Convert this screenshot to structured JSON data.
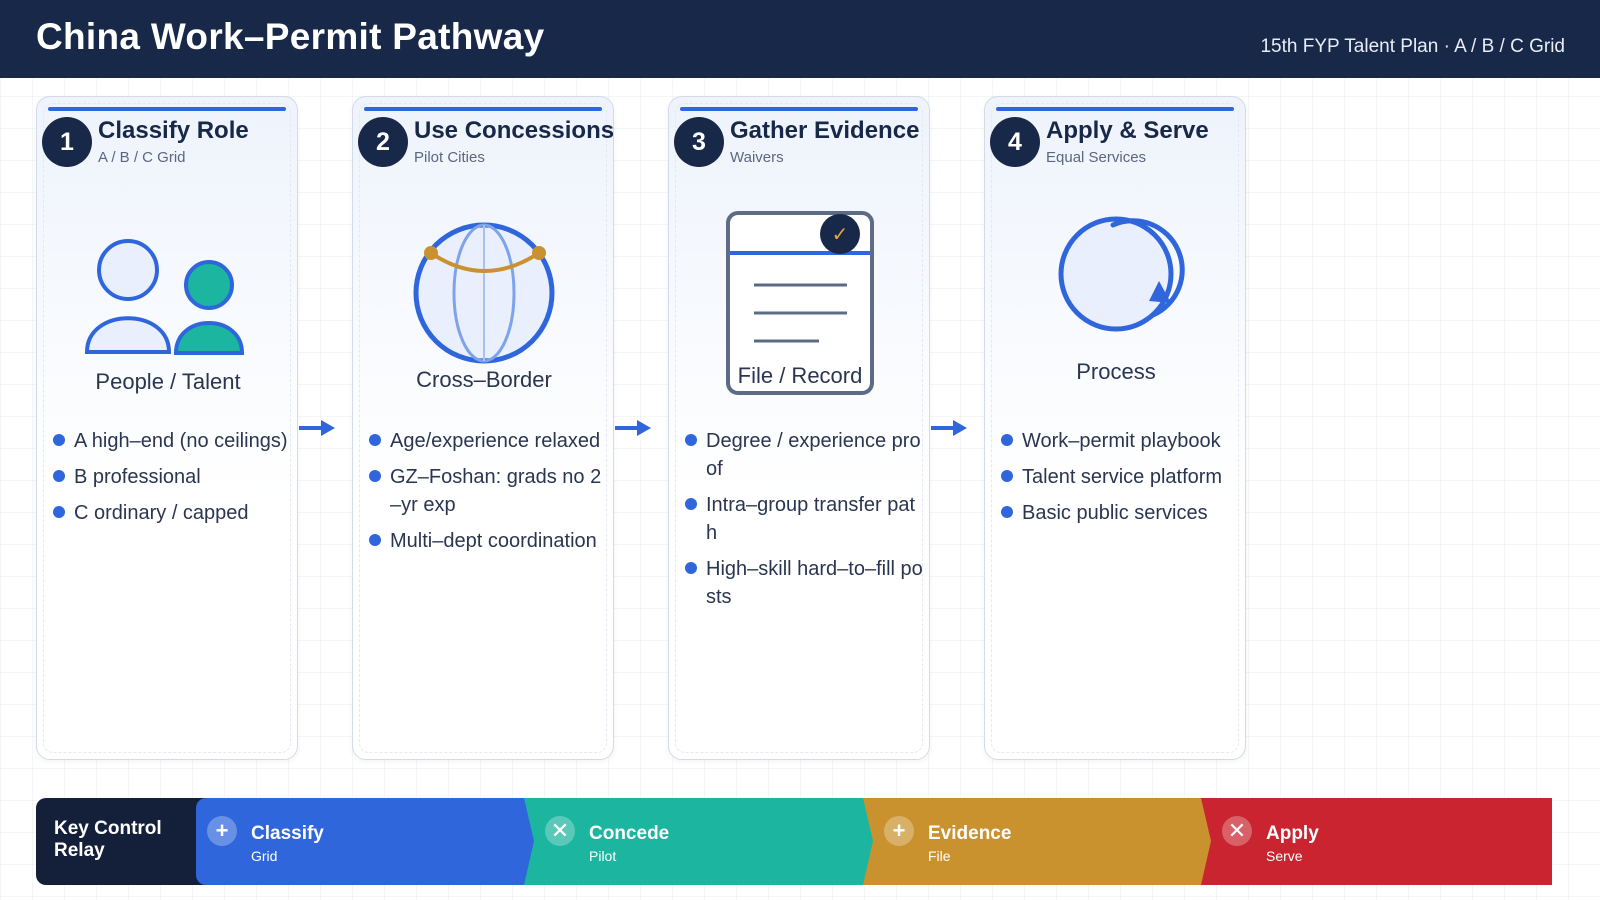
{
  "header": {
    "title": "China Work–Permit Pathway",
    "subtitle": "15th FYP Talent Plan · A / B / C Grid"
  },
  "colors": {
    "navy": "#182848",
    "blue": "#2f66dc",
    "teal": "#1bb5a0",
    "gold": "#c9922f",
    "red": "#c9242f"
  },
  "steps": [
    {
      "number": "1",
      "title": "Classify Role",
      "subtitle": "A / B / C Grid",
      "illustration": "people-icon",
      "label": "People / Talent",
      "bullets": [
        "A high–end (no ceilings)",
        "B professional",
        "C ordinary / capped"
      ]
    },
    {
      "number": "2",
      "title": "Use Concessions",
      "subtitle": "Pilot Cities",
      "illustration": "globe-icon",
      "label": "Cross–Border",
      "bullets": [
        "Age/experience relaxed",
        "GZ–Foshan: grads no 2–yr exp",
        "Multi–dept coordination"
      ]
    },
    {
      "number": "3",
      "title": "Gather Evidence",
      "subtitle": "Waivers",
      "illustration": "document-check-icon",
      "label": "File / Record",
      "bullets": [
        "Degree / experience proof",
        "Intra–group transfer path",
        "High–skill hard–to–fill posts"
      ]
    },
    {
      "number": "4",
      "title": "Apply & Serve",
      "subtitle": "Equal Services",
      "illustration": "cycle-icon",
      "label": "Process",
      "bullets": [
        "Work–permit playbook",
        "Talent service platform",
        "Basic public services"
      ]
    }
  ],
  "relay": {
    "title_line1": "Key Control",
    "title_line2": "Relay",
    "segments": [
      {
        "icon": "plus-icon",
        "symbol": "+",
        "label": "Classify",
        "sub": "Grid",
        "color": "#2f66dc"
      },
      {
        "icon": "cross-icon",
        "symbol": "✕",
        "label": "Concede",
        "sub": "Pilot",
        "color": "#1bb5a0"
      },
      {
        "icon": "plus-icon",
        "symbol": "+",
        "label": "Evidence",
        "sub": "File",
        "color": "#c9922f"
      },
      {
        "icon": "cross-icon",
        "symbol": "✕",
        "label": "Apply",
        "sub": "Serve",
        "color": "#c9242f"
      }
    ]
  }
}
